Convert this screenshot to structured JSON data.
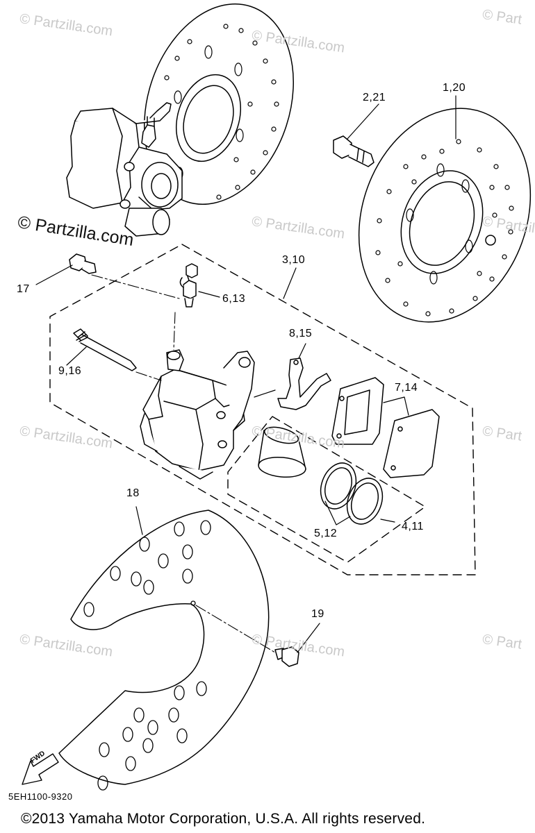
{
  "diagram": {
    "watermarks": [
      "© Partzilla.com",
      "© Partzilla.com",
      "© Part",
      "© Partzilla.com",
      "© Partzilla.com",
      "© Partzilla.com",
      "© Part",
      "© Partzilla.com",
      "© Partzilla.com",
      "© Part",
      "© Partzilla.com"
    ],
    "prominent_watermark": "© Partzilla.com",
    "callouts": {
      "c1_20": "1,20",
      "c2_21": "2,21",
      "c3_10": "3,10",
      "c4_11": "4,11",
      "c5_12": "5,12",
      "c6_13": "6,13",
      "c7_14": "7,14",
      "c8_15": "8,15",
      "c9_16": "9,16",
      "c17": "17",
      "c18": "18",
      "c19": "19"
    },
    "fwd_label": "FWD",
    "diagram_code": "5EH1100-9320",
    "copyright": "©2013 Yamaha Motor Corporation, U.S.A. All rights reserved."
  }
}
